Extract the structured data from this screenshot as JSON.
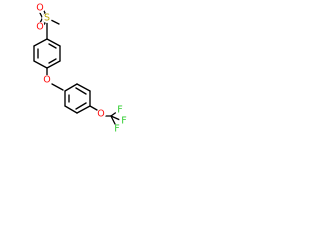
{
  "molecule": {
    "atoms": {
      "sulfonyl_oxygen_top": {
        "label": "O"
      },
      "sulfonyl_sulfur": {
        "label": "S"
      },
      "sulfonyl_oxygen_bottom": {
        "label": "O"
      },
      "ether_oxygen": {
        "label": "O"
      },
      "trifluoromethoxy_oxygen": {
        "label": "O"
      },
      "fluorine_top": {
        "label": "F"
      },
      "fluorine_right": {
        "label": "F"
      },
      "fluorine_bottom": {
        "label": "F"
      }
    },
    "colors": {
      "bond": "#000000",
      "oxygen": "#ff0d0d",
      "sulfur": "#b8a400",
      "fluorine": "#32cd32"
    }
  }
}
